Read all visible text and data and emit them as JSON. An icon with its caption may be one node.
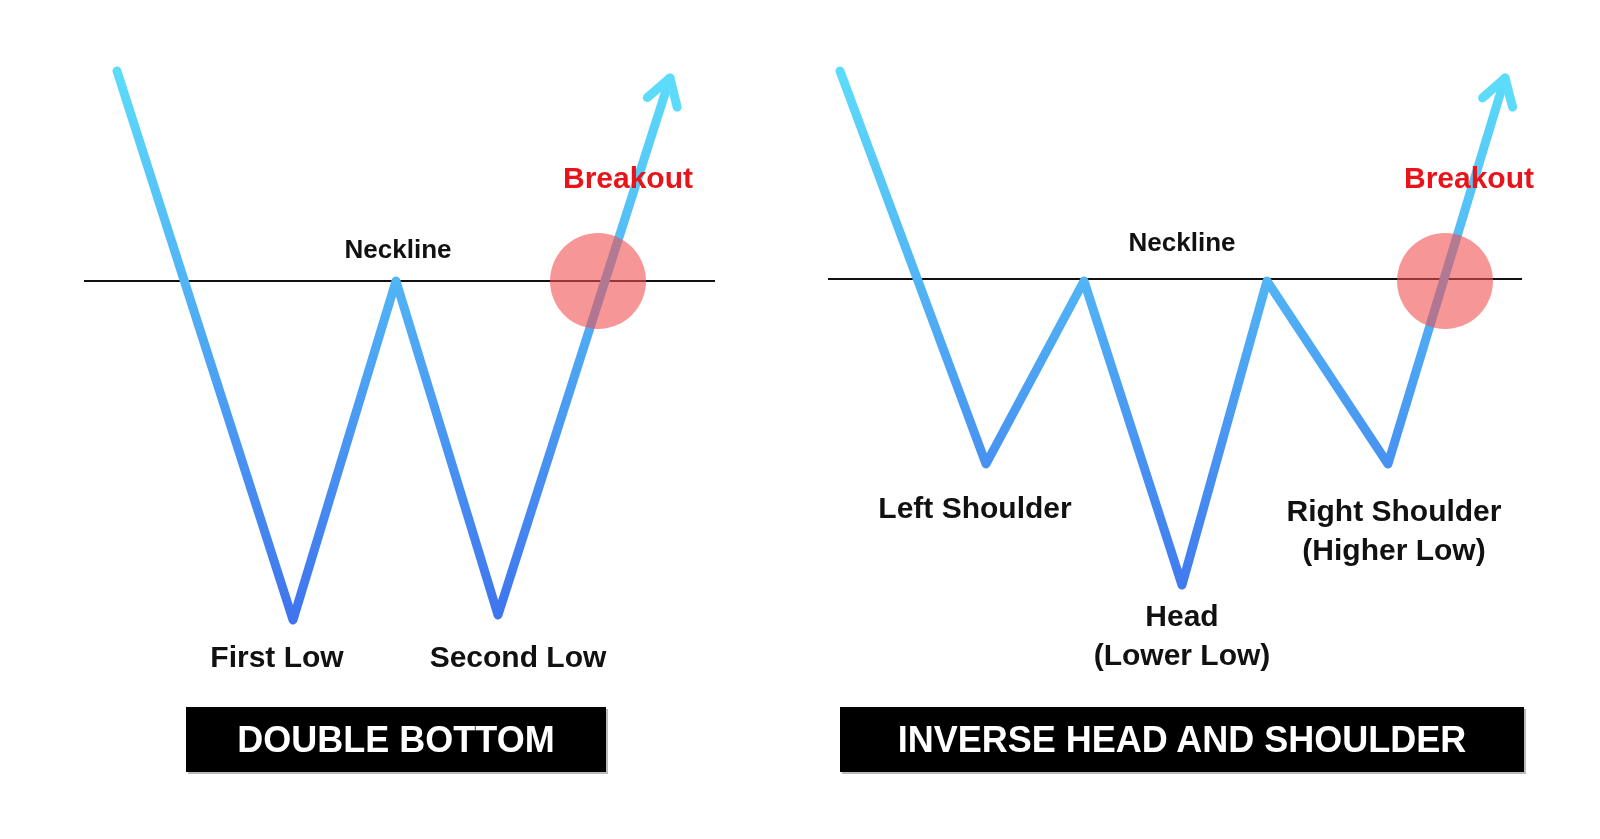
{
  "diagram": {
    "nodes": [
      {
        "text": [
          "DOUBLE BOTTOM"
        ]
      },
      {
        "text": [
          "INVERSE HEAD AND SHOULDER"
        ]
      }
    ],
    "labels": [
      "Breakout",
      "Neckline",
      "First Low",
      "Second Low",
      "Breakout",
      "Neckline",
      "Left Shoulder",
      "Right Shoulder (Higher Low)",
      "Head (Lower Low)"
    ]
  }
}
